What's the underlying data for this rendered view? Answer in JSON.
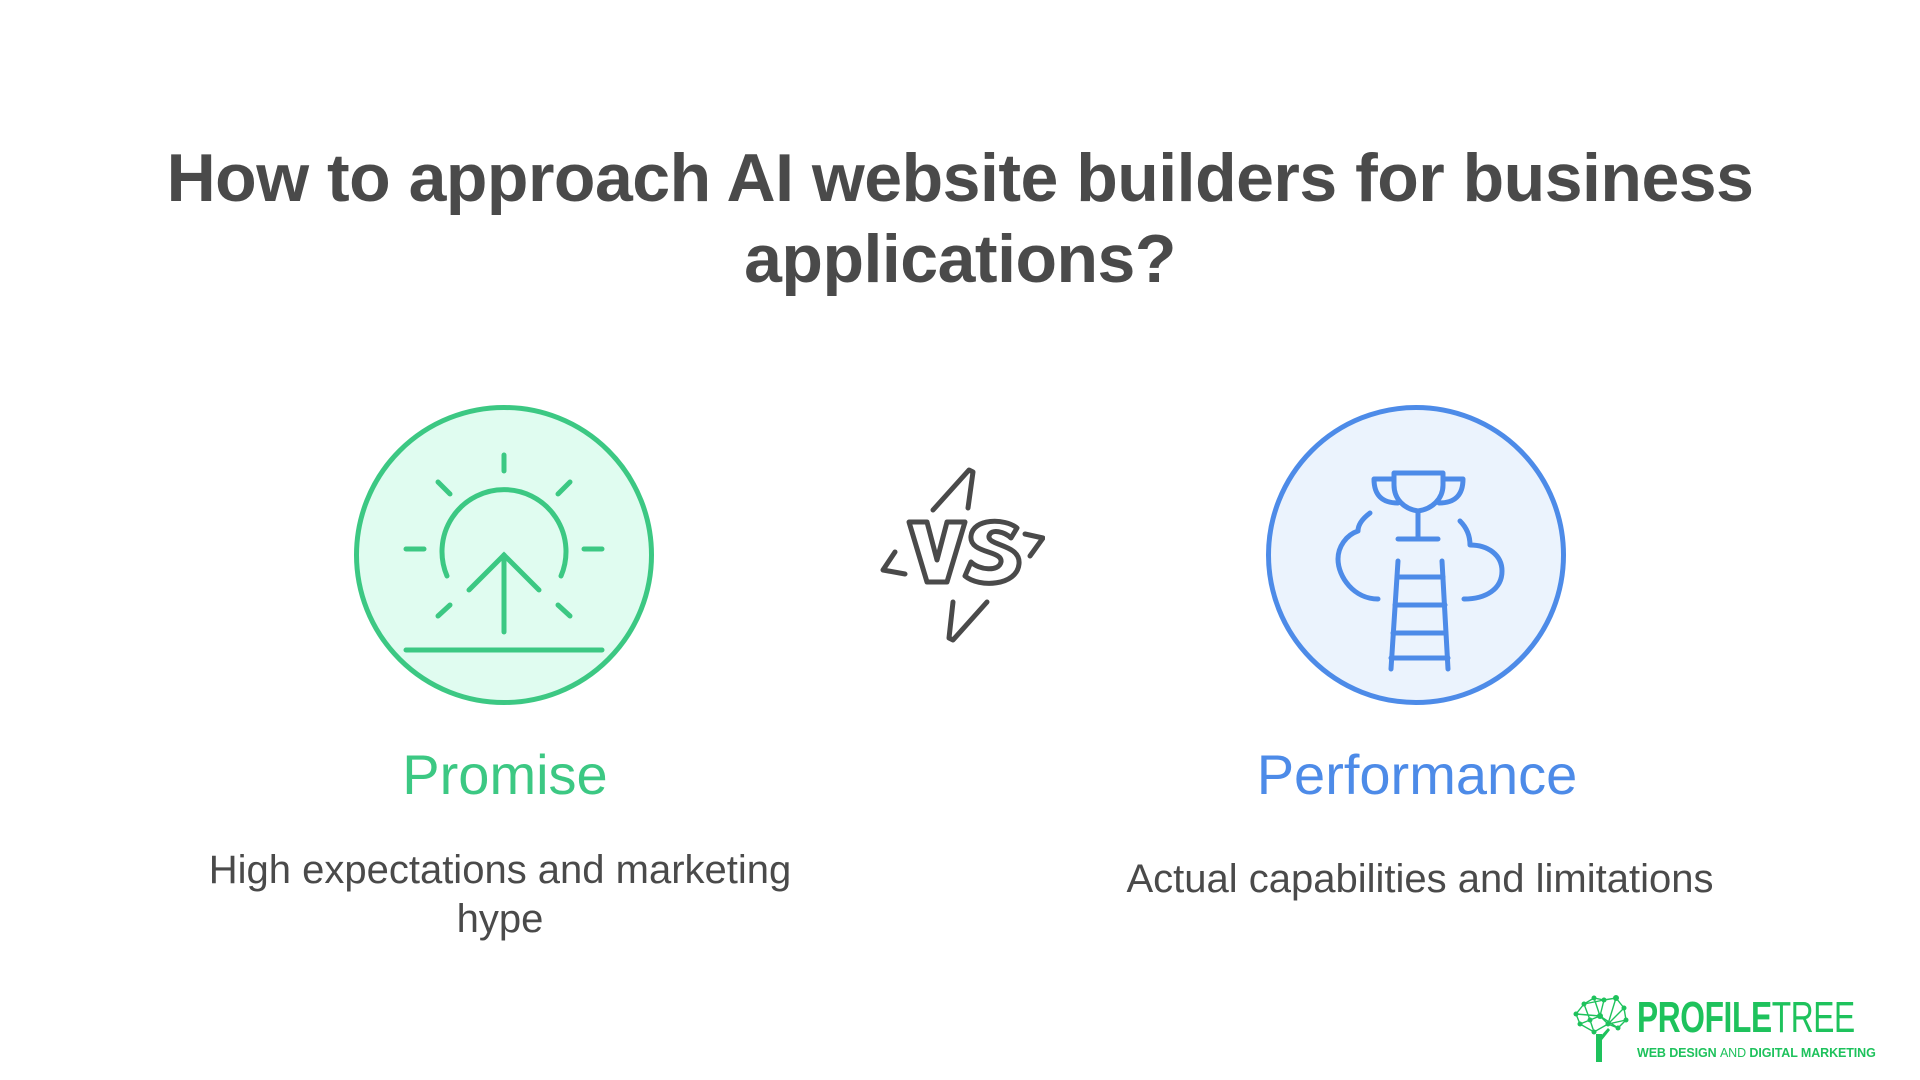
{
  "title": {
    "line1": "How to approach AI website builders for business",
    "line2": "applications?"
  },
  "comparison": {
    "left": {
      "icon": "sunrise-arrow-up-icon",
      "heading": "Promise",
      "description_line1": "High expectations and marketing",
      "description_line2": "hype",
      "color": "#3cc883",
      "fill": "#e0fcf0"
    },
    "separator": {
      "icon": "versus-lightning-icon",
      "label": "VS"
    },
    "right": {
      "icon": "trophy-ladder-cloud-icon",
      "heading": "Performance",
      "description_line1": "Actual capabilities and limitations",
      "color": "#4d8be8",
      "fill": "#ebf3fd"
    }
  },
  "logo": {
    "brand_bold": "PROFILE",
    "brand_light": "TREE",
    "tagline_part1": "WEB DESIGN ",
    "tagline_part2": "AND",
    "tagline_part3": " DIGITAL MARKETING",
    "color": "#1ec25c"
  }
}
